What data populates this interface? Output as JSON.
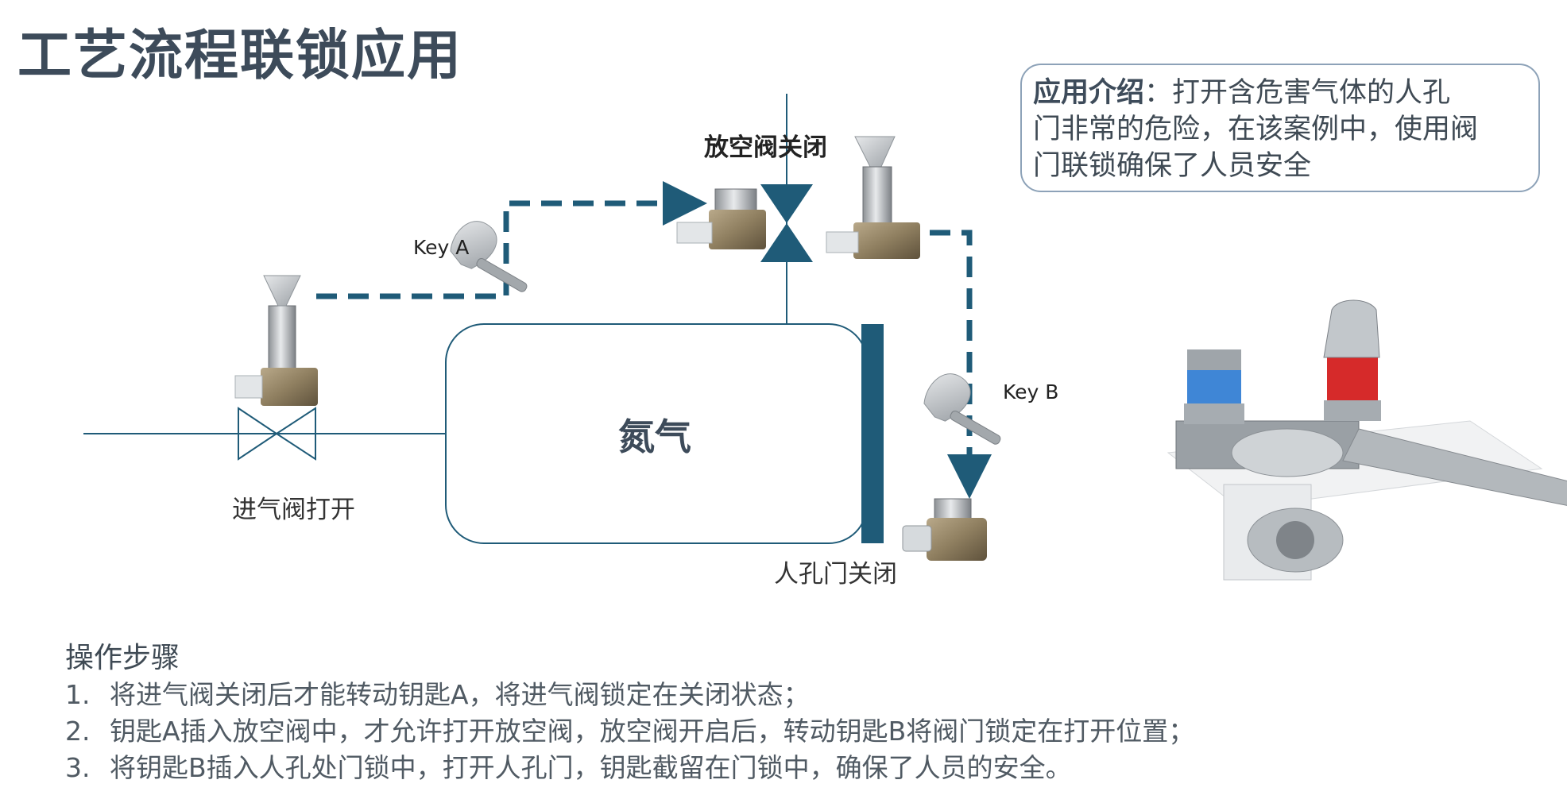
{
  "title": "工艺流程联锁应用",
  "intro": {
    "heading": "应用介绍",
    "separator": "：",
    "line1": "打开含危害气体的人孔",
    "line2": "门非常的危险，在该案例中，使用阀",
    "line3": "门联锁确保了人员安全"
  },
  "diagram": {
    "vent_valve_label": "放空阀关闭",
    "key_a_label": "Key A",
    "key_b_label": "Key B",
    "tank_label": "氮气",
    "inlet_valve_label": "进气阀打开",
    "manhole_label": "人孔门关闭"
  },
  "steps": {
    "title": "操作步骤",
    "items": [
      {
        "num": "1.",
        "text": "将进气阀关闭后才能转动钥匙A，将进气阀锁定在关闭状态；"
      },
      {
        "num": "2.",
        "text": "钥匙A插入放空阀中，才允许打开放空阀，放空阀开启后，转动钥匙B将阀门锁定在打开位置；"
      },
      {
        "num": "3.",
        "text": "将钥匙B插入人孔处门锁中，打开人孔门，钥匙截留在门锁中，确保了人员的安全。"
      }
    ]
  },
  "colors": {
    "accent": "#1f5b78",
    "text": "#3f4a54",
    "box_border": "#8da2b8",
    "title": "#3d4b5a"
  }
}
